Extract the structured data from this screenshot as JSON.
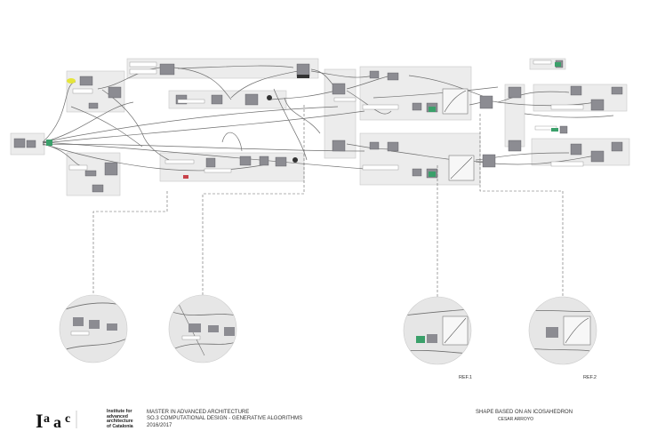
{
  "footer": {
    "institute_lines": [
      "Institute for",
      "advanced",
      "architecture",
      "of Catalonia"
    ],
    "course_lines": [
      "MASTER IN ADVANCED ARCHITECTURE",
      "SO.3 COMPUTATIONAL DESIGN - GENERATIVE ALGORITHMS",
      "2016/2017"
    ],
    "project_title": "SHAPE BASED ON AN ICOSAHEDRON",
    "author": "CESAR ARROYO"
  },
  "refs": {
    "ref1": "REF.1",
    "ref2": "REF.2"
  },
  "colors": {
    "node": "#8c8c92",
    "group": "#ececec",
    "wire": "#6e6e6e",
    "accent_yellow": "#e5e53a",
    "accent_green": "#3aa06a",
    "accent_red": "#c8424a"
  }
}
